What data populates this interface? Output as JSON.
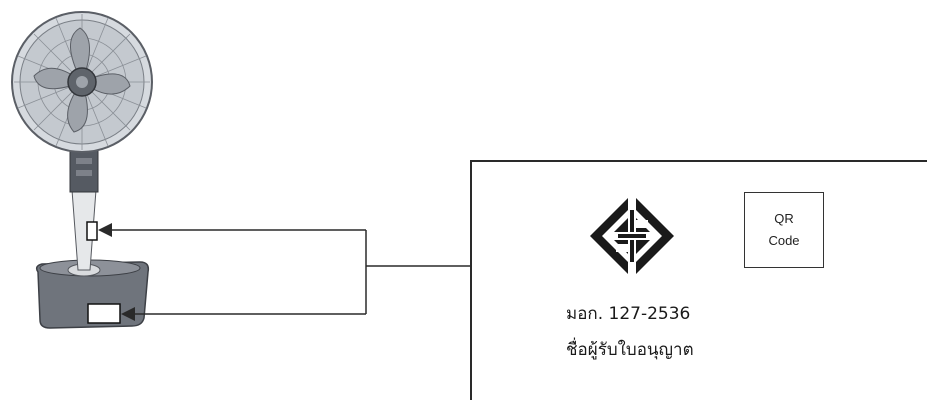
{
  "label": {
    "qr_line1": "QR",
    "qr_line2": "Code",
    "standard_number": "มอก. 127-2536",
    "licensee_name": "ชื่อผู้รับใบอนุญาต"
  },
  "icons": {
    "product": "standing-fan",
    "mark": "tisi-standard-mark"
  },
  "colors": {
    "line": "#2a2a2a",
    "fan_body": "#8a8f98",
    "fan_base": "#6b7078",
    "mark": "#1a1a1a"
  }
}
